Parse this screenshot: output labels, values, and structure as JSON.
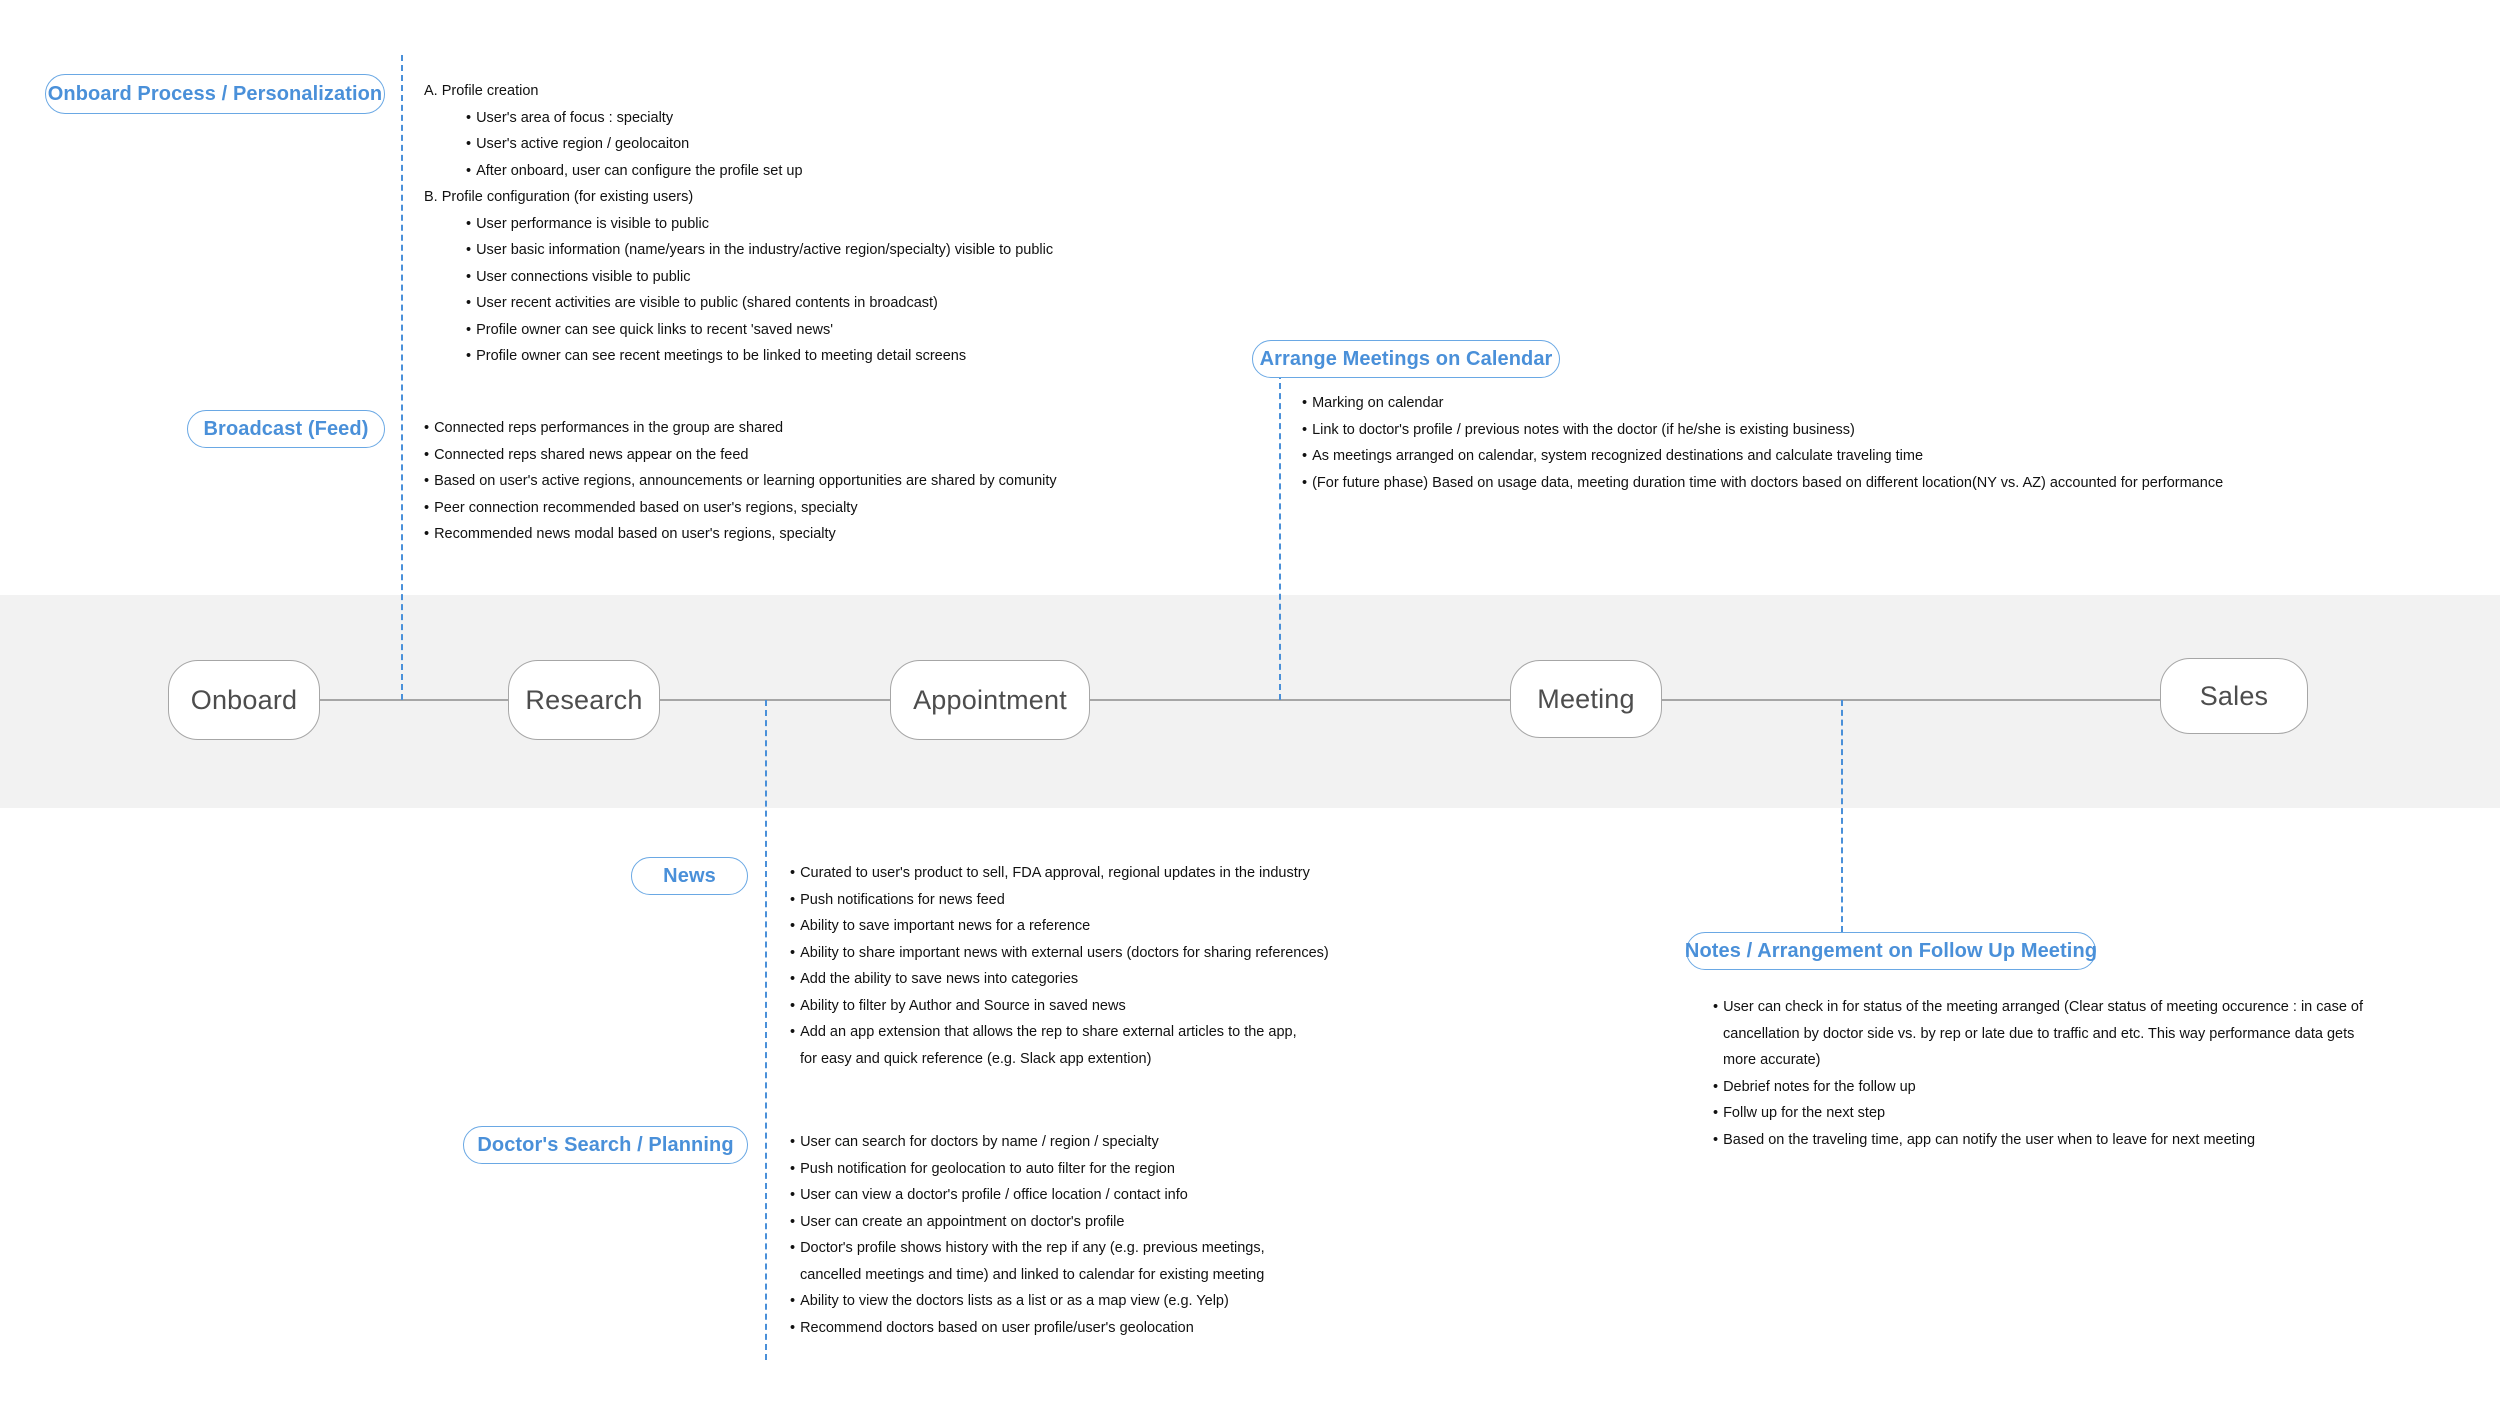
{
  "colors": {
    "accent": "#4a90d9",
    "pill_border": "#6aa8e4",
    "band": "#f2f2f2",
    "node_border": "#a6a6a6",
    "node_text": "#4d4d4d",
    "body_text": "#111111"
  },
  "journey": {
    "stages": [
      {
        "label": "Onboard"
      },
      {
        "label": "Research"
      },
      {
        "label": "Appointment"
      },
      {
        "label": "Meeting"
      },
      {
        "label": "Sales"
      }
    ]
  },
  "sections": {
    "onboard_personalization": {
      "pill": "Onboard Process / Personalization",
      "group_a_header": "A. Profile creation",
      "group_a_items": [
        "User's area of focus : specialty",
        "User's active region / geolocaiton",
        "After onboard, user can configure the profile set up"
      ],
      "group_b_header": "B. Profile configuration (for existing users)",
      "group_b_items": [
        "User performance is visible to public",
        "User basic information (name/years in the industry/active region/specialty) visible to public",
        "User connections visible to public",
        "User recent activities are visible to public (shared contents in broadcast)",
        "Profile owner can see quick links to recent 'saved news'",
        "Profile owner can see recent meetings to be linked to meeting detail screens"
      ]
    },
    "broadcast_feed": {
      "pill": "Broadcast (Feed)",
      "items": [
        "Connected reps performances in the group are shared",
        "Connected reps shared news appear on the feed",
        "Based on user's active regions, announcements or learning opportunities are shared by comunity",
        "Peer connection recommended based on user's regions, specialty",
        "Recommended news modal based on user's regions, specialty"
      ]
    },
    "arrange_meetings": {
      "pill": "Arrange Meetings on Calendar",
      "items": [
        "Marking on calendar",
        "Link to doctor's profile / previous notes with the doctor (if he/she is existing business)",
        "As meetings arranged on calendar, system recognized destinations and calculate traveling time",
        "(For future phase) Based on usage data, meeting duration time with doctors based on different location(NY vs. AZ) accounted for performance"
      ]
    },
    "news": {
      "pill": "News",
      "items": [
        "Curated to user's product to sell, FDA approval, regional updates in the industry",
        "Push notifications for news feed",
        "Ability to save important news for a reference",
        "Ability to share important news with external users (doctors for sharing references)",
        "Add the ability to save news into categories",
        "Ability to filter by Author and Source in saved news",
        "Add an app extension that allows the rep to share external articles to the app,"
      ],
      "continuation": "for easy and quick reference (e.g. Slack app extention)"
    },
    "doctors_search": {
      "pill": "Doctor's Search / Planning",
      "items": [
        "User can search for doctors by name / region / specialty",
        "Push notification for geolocation to auto filter for the region",
        "User can view a doctor's profile / office location / contact info",
        "User can create an appointment on doctor's profile",
        "Doctor's profile shows history with the rep if any (e.g. previous meetings,"
      ],
      "continuation": "cancelled meetings and time) and linked to calendar for existing meeting",
      "items_after": [
        "Ability to view the doctors lists as a list or as a map view (e.g. Yelp)",
        "Recommend doctors based on user profile/user's geolocation"
      ]
    },
    "notes_followup": {
      "pill": "Notes / Arrangement on Follow Up Meeting",
      "item_long_line1": "User can check in for status of the meeting arranged (Clear status of meeting occurence : in case of",
      "item_long_line2": "cancellation by doctor side vs. by rep or late due to traffic and etc. This way performance data gets",
      "item_long_line3": "more accurate)",
      "items": [
        "Debrief notes for the follow up",
        "Follw up for the next step",
        "Based on the traveling time, app can notify the user when to leave for next meeting"
      ]
    }
  }
}
